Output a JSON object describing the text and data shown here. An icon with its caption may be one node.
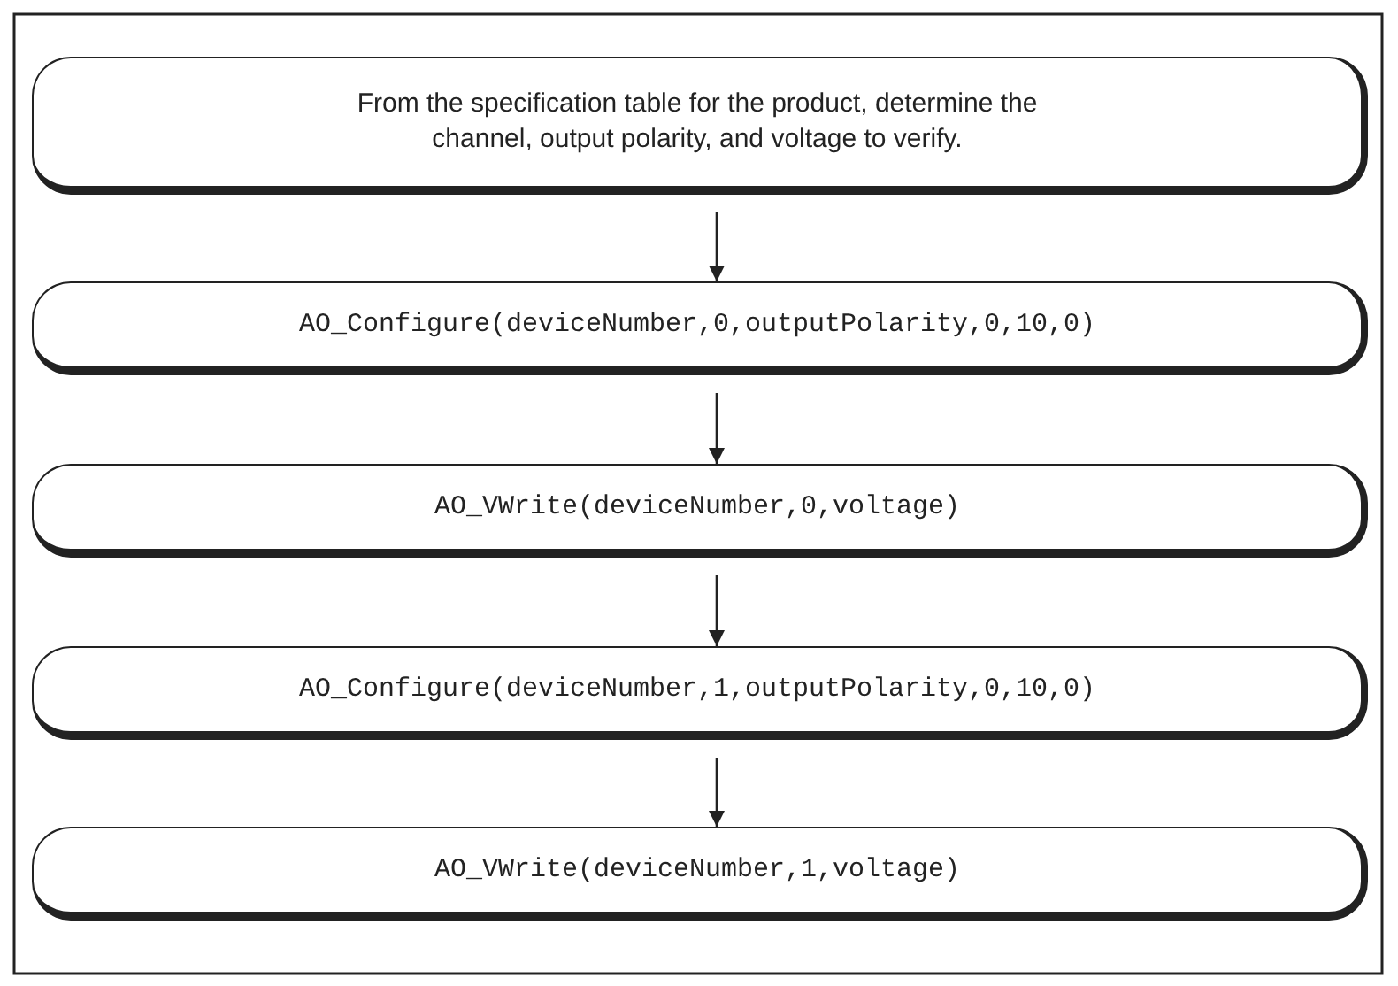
{
  "diagram": {
    "nodes": [
      {
        "text": [
          "From the specification table for the product, determine the channel, output polarity, and voltage to verify."
        ]
      },
      {
        "text": [
          "AO_Configure(deviceNumber,0,outputPolarity,0,10,0)"
        ]
      },
      {
        "text": [
          "AO_VWrite(deviceNumber,0,voltage)"
        ]
      },
      {
        "text": [
          "AO_Configure(deviceNumber,1,outputPolarity,0,10,0)"
        ]
      },
      {
        "text": [
          "AO_VWrite(deviceNumber,1,voltage)"
        ]
      }
    ],
    "edges": [
      {
        "from": 0,
        "to": 1,
        "arrow": "to"
      },
      {
        "from": 1,
        "to": 2,
        "arrow": "to"
      },
      {
        "from": 2,
        "to": 3,
        "arrow": "to"
      },
      {
        "from": 3,
        "to": 4,
        "arrow": "to"
      }
    ]
  }
}
